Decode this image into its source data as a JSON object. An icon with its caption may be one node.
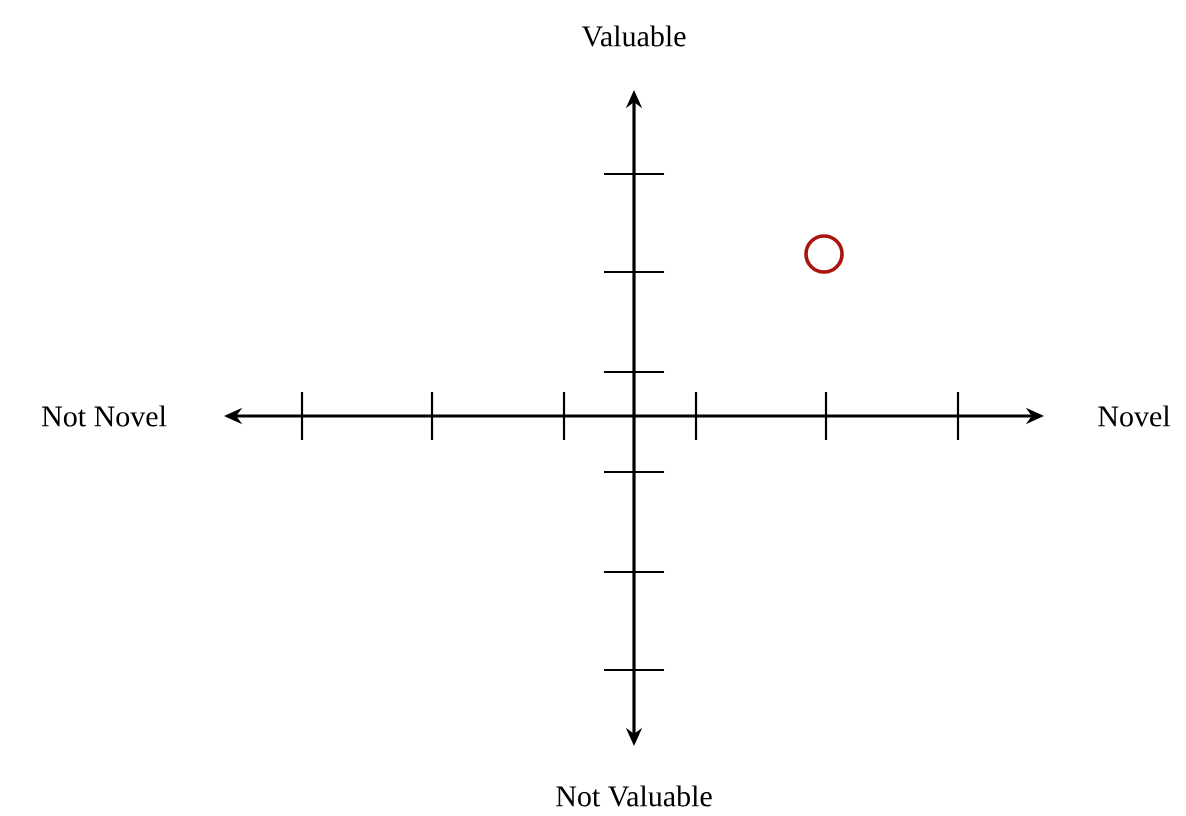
{
  "diagram": {
    "labels": [
      "Valuable",
      "Not Novel",
      "Novel",
      "Not Valuable"
    ]
  }
}
